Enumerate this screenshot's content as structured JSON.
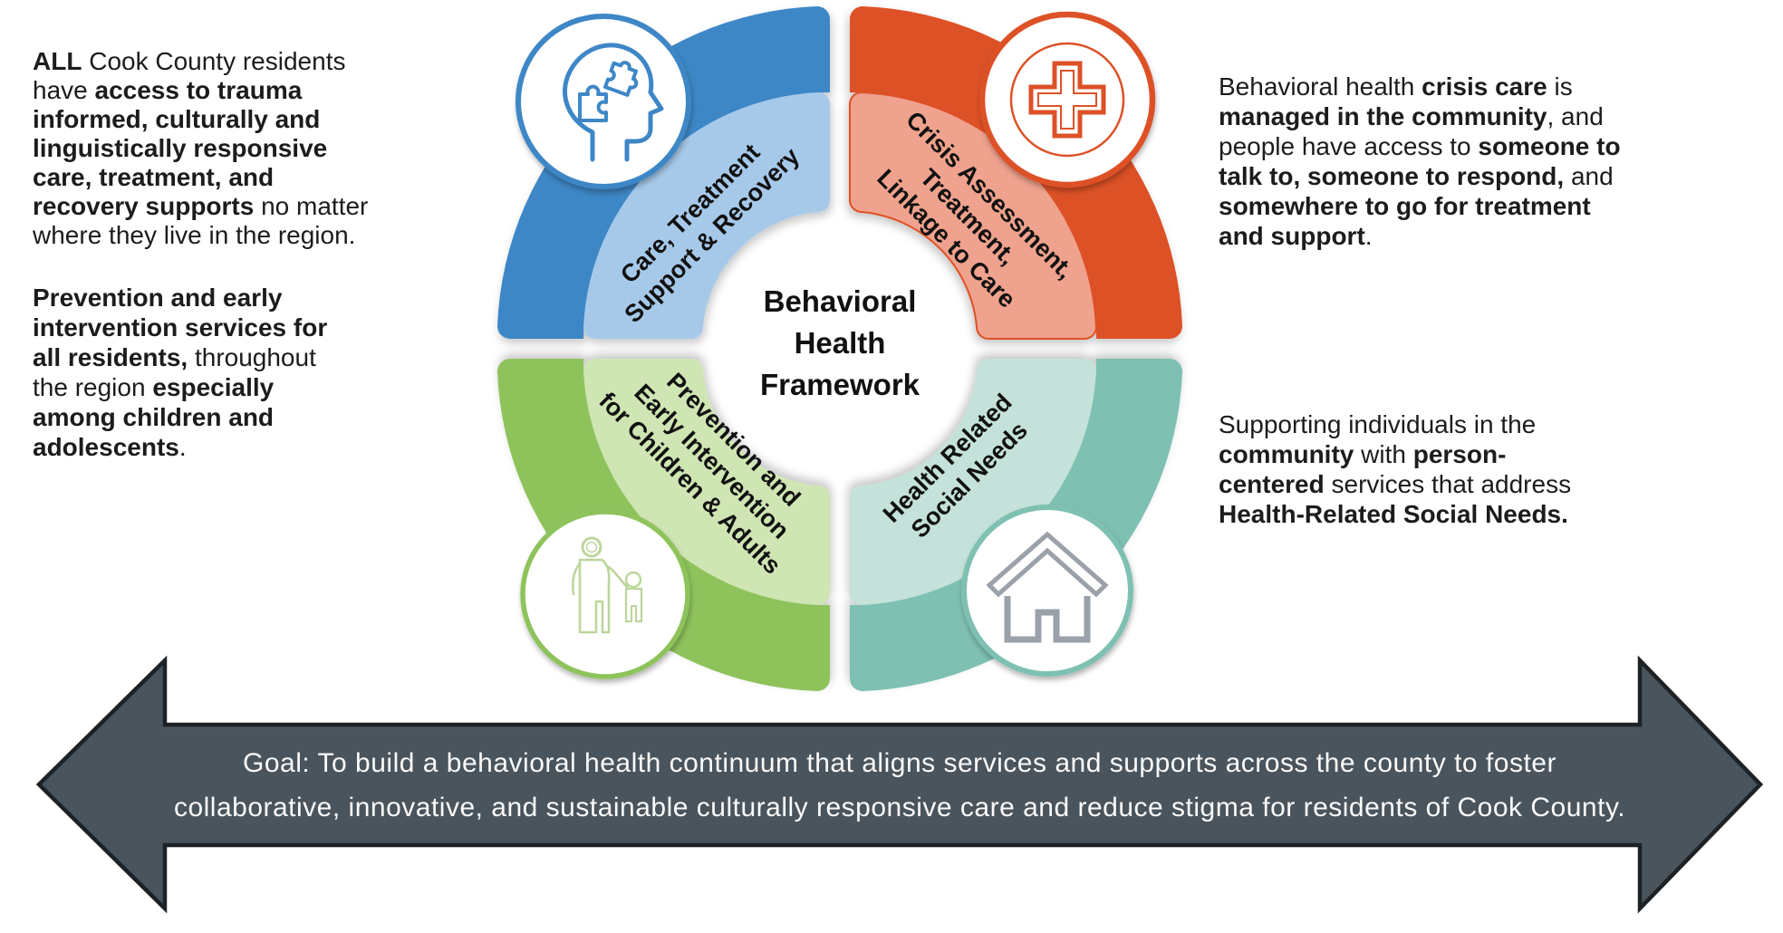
{
  "title": "Behavioral Health Framework diagram",
  "center": {
    "line1": "Behavioral",
    "line2": "Health",
    "line3": "Framework"
  },
  "quadrants": {
    "care": {
      "dark": "#3E87C6",
      "light": "#A6C9E9",
      "icon": "head-puzzle-icon",
      "label_lines": [
        "Care, Treatment",
        "Support & Recovery"
      ]
    },
    "crisis": {
      "dark": "#DD5127",
      "light": "#EFA28D",
      "icon": "medical-cross-icon",
      "label_lines": [
        "Crisis Assessment,",
        "Treatment,",
        "Linkage to Care"
      ]
    },
    "prevention": {
      "dark": "#8EC35B",
      "light": "#CFE5B3",
      "icon": "adult-child-icon",
      "label_lines": [
        "Prevention and",
        "Early Intervention",
        "for Children & Adults"
      ]
    },
    "hrsn": {
      "dark": "#7EC0B1",
      "light": "#C4E1DA",
      "icon": "house-icon",
      "label_lines": [
        "Health Related",
        "Social Needs"
      ]
    }
  },
  "icon_colors": {
    "house_glyph": "#9AA1A9",
    "people_glyph": "#BCD69B"
  },
  "paragraphs": {
    "left_top": [
      [
        {
          "t": "ALL",
          "b": true
        },
        {
          "t": " Cook County residents",
          "b": false
        }
      ],
      [
        {
          "t": "have ",
          "b": false
        },
        {
          "t": "access to trauma",
          "b": true
        }
      ],
      [
        {
          "t": "informed, culturally and",
          "b": true
        }
      ],
      [
        {
          "t": "linguistically responsive",
          "b": true
        }
      ],
      [
        {
          "t": "care, treatment, and",
          "b": true
        }
      ],
      [
        {
          "t": "recovery supports",
          "b": true
        },
        {
          "t": " no matter",
          "b": false
        }
      ],
      [
        {
          "t": "where they live in the region.",
          "b": false
        }
      ]
    ],
    "left_bottom": [
      [
        {
          "t": "Prevention and early",
          "b": true
        }
      ],
      [
        {
          "t": "intervention services for",
          "b": true
        }
      ],
      [
        {
          "t": "all residents,",
          "b": true
        },
        {
          "t": " throughout",
          "b": false
        }
      ],
      [
        {
          "t": "the region ",
          "b": false
        },
        {
          "t": "especially",
          "b": true
        }
      ],
      [
        {
          "t": "among children and",
          "b": true
        }
      ],
      [
        {
          "t": "adolescents",
          "b": true
        },
        {
          "t": ".",
          "b": false
        }
      ]
    ],
    "right_top": [
      [
        {
          "t": "Behavioral health ",
          "b": false
        },
        {
          "t": "crisis care",
          "b": true
        },
        {
          "t": " is",
          "b": false
        }
      ],
      [
        {
          "t": "managed in the community",
          "b": true
        },
        {
          "t": ", and",
          "b": false
        }
      ],
      [
        {
          "t": "people have access to ",
          "b": false
        },
        {
          "t": "someone to",
          "b": true
        }
      ],
      [
        {
          "t": "talk to, someone to respond,",
          "b": true
        },
        {
          "t": " and",
          "b": false
        }
      ],
      [
        {
          "t": "somewhere to go for treatment",
          "b": true
        }
      ],
      [
        {
          "t": "and support",
          "b": true
        },
        {
          "t": ".",
          "b": false
        }
      ]
    ],
    "right_bottom": [
      [
        {
          "t": "Supporting individuals in the",
          "b": false
        }
      ],
      [
        {
          "t": "community",
          "b": true
        },
        {
          "t": " with ",
          "b": false
        },
        {
          "t": "person-",
          "b": true
        }
      ],
      [
        {
          "t": "centered",
          "b": true
        },
        {
          "t": " services that address",
          "b": false
        }
      ],
      [
        {
          "t": "Health-Related Social Needs.",
          "b": true
        }
      ]
    ]
  },
  "goal_arrow": {
    "fill": "#4A545C",
    "stroke": "#1D2226",
    "line1": "Goal: To build a behavioral health continuum that aligns services and supports across the county to foster",
    "line2": "collaborative, innovative, and sustainable culturally responsive care and reduce stigma for residents of Cook County."
  }
}
